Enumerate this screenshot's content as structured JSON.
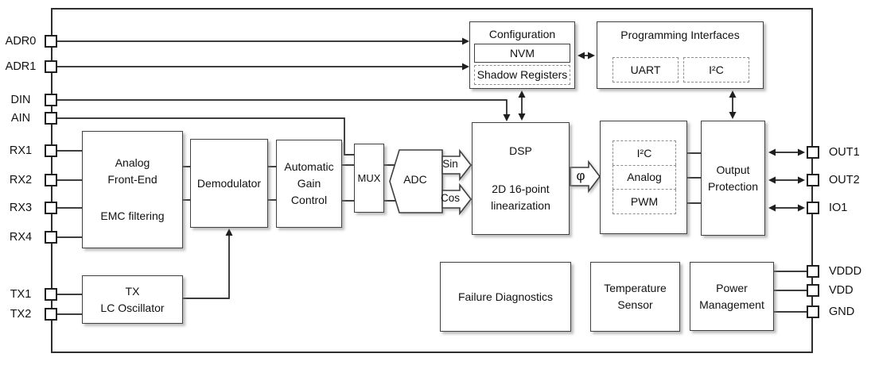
{
  "colors": {
    "line": "#222222",
    "block_border": "#404040",
    "background": "#ffffff",
    "dashed_border": "#8f8f8f"
  },
  "pins": {
    "left": [
      "ADR0",
      "ADR1",
      "DIN",
      "AIN",
      "RX1",
      "RX2",
      "RX3",
      "RX4",
      "TX1",
      "TX2"
    ],
    "right": [
      "OUT1",
      "OUT2",
      "IO1",
      "VDDD",
      "VDD",
      "GND"
    ]
  },
  "blocks": {
    "analog_front_end": {
      "line1": "Analog",
      "line2": "Front-End",
      "line3": "EMC filtering"
    },
    "demodulator": {
      "title": "Demodulator"
    },
    "agc": {
      "title": "Automatic Gain Control"
    },
    "mux": {
      "title": "MUX"
    },
    "adc": {
      "title": "ADC"
    },
    "dsp": {
      "title": "DSP",
      "subtitle": "2D 16-point linearization"
    },
    "configuration": {
      "title": "Configuration",
      "nvm": "NVM",
      "shadow_registers": "Shadow Registers"
    },
    "programming_interfaces": {
      "title": "Programming Interfaces",
      "uart": "UART",
      "i2c": "I²C"
    },
    "output_interfaces": {
      "i2c": "I²C",
      "analog": "Analog",
      "pwm": "PWM"
    },
    "output_protection": {
      "title": "Output Protection"
    },
    "failure_diagnostics": {
      "title": "Failure Diagnostics"
    },
    "temperature_sensor": {
      "title": "Temperature Sensor"
    },
    "power_management": {
      "title": "Power Management"
    },
    "tx_oscillator": {
      "line1": "TX",
      "line2": "LC Oscillator"
    }
  },
  "signals": {
    "sin": "Sin",
    "cos": "Cos",
    "phi": "φ"
  }
}
